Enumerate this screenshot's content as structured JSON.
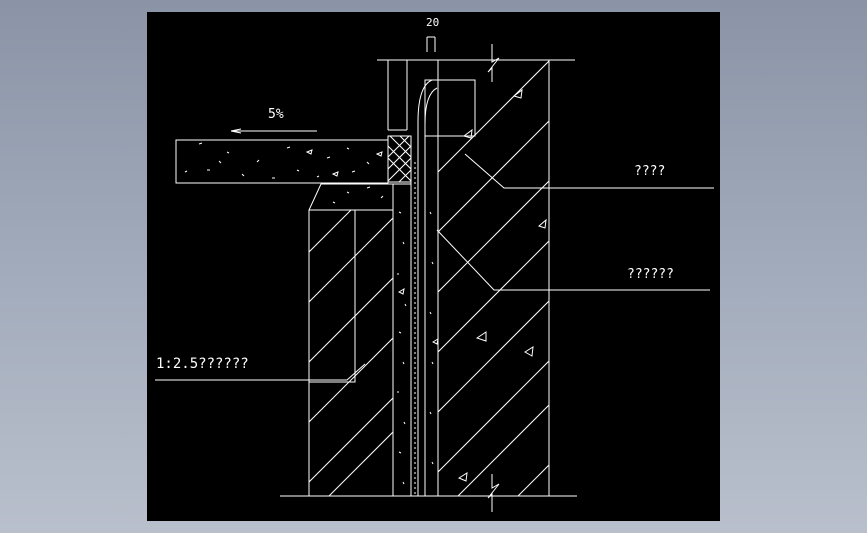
{
  "drawing": {
    "background": "#000000",
    "line_color": "#ffffff",
    "labels": {
      "dim_20": "20",
      "slope": "5%",
      "callout_1": "????",
      "callout_2": "??????",
      "mortar": "1:2.5??????"
    }
  }
}
